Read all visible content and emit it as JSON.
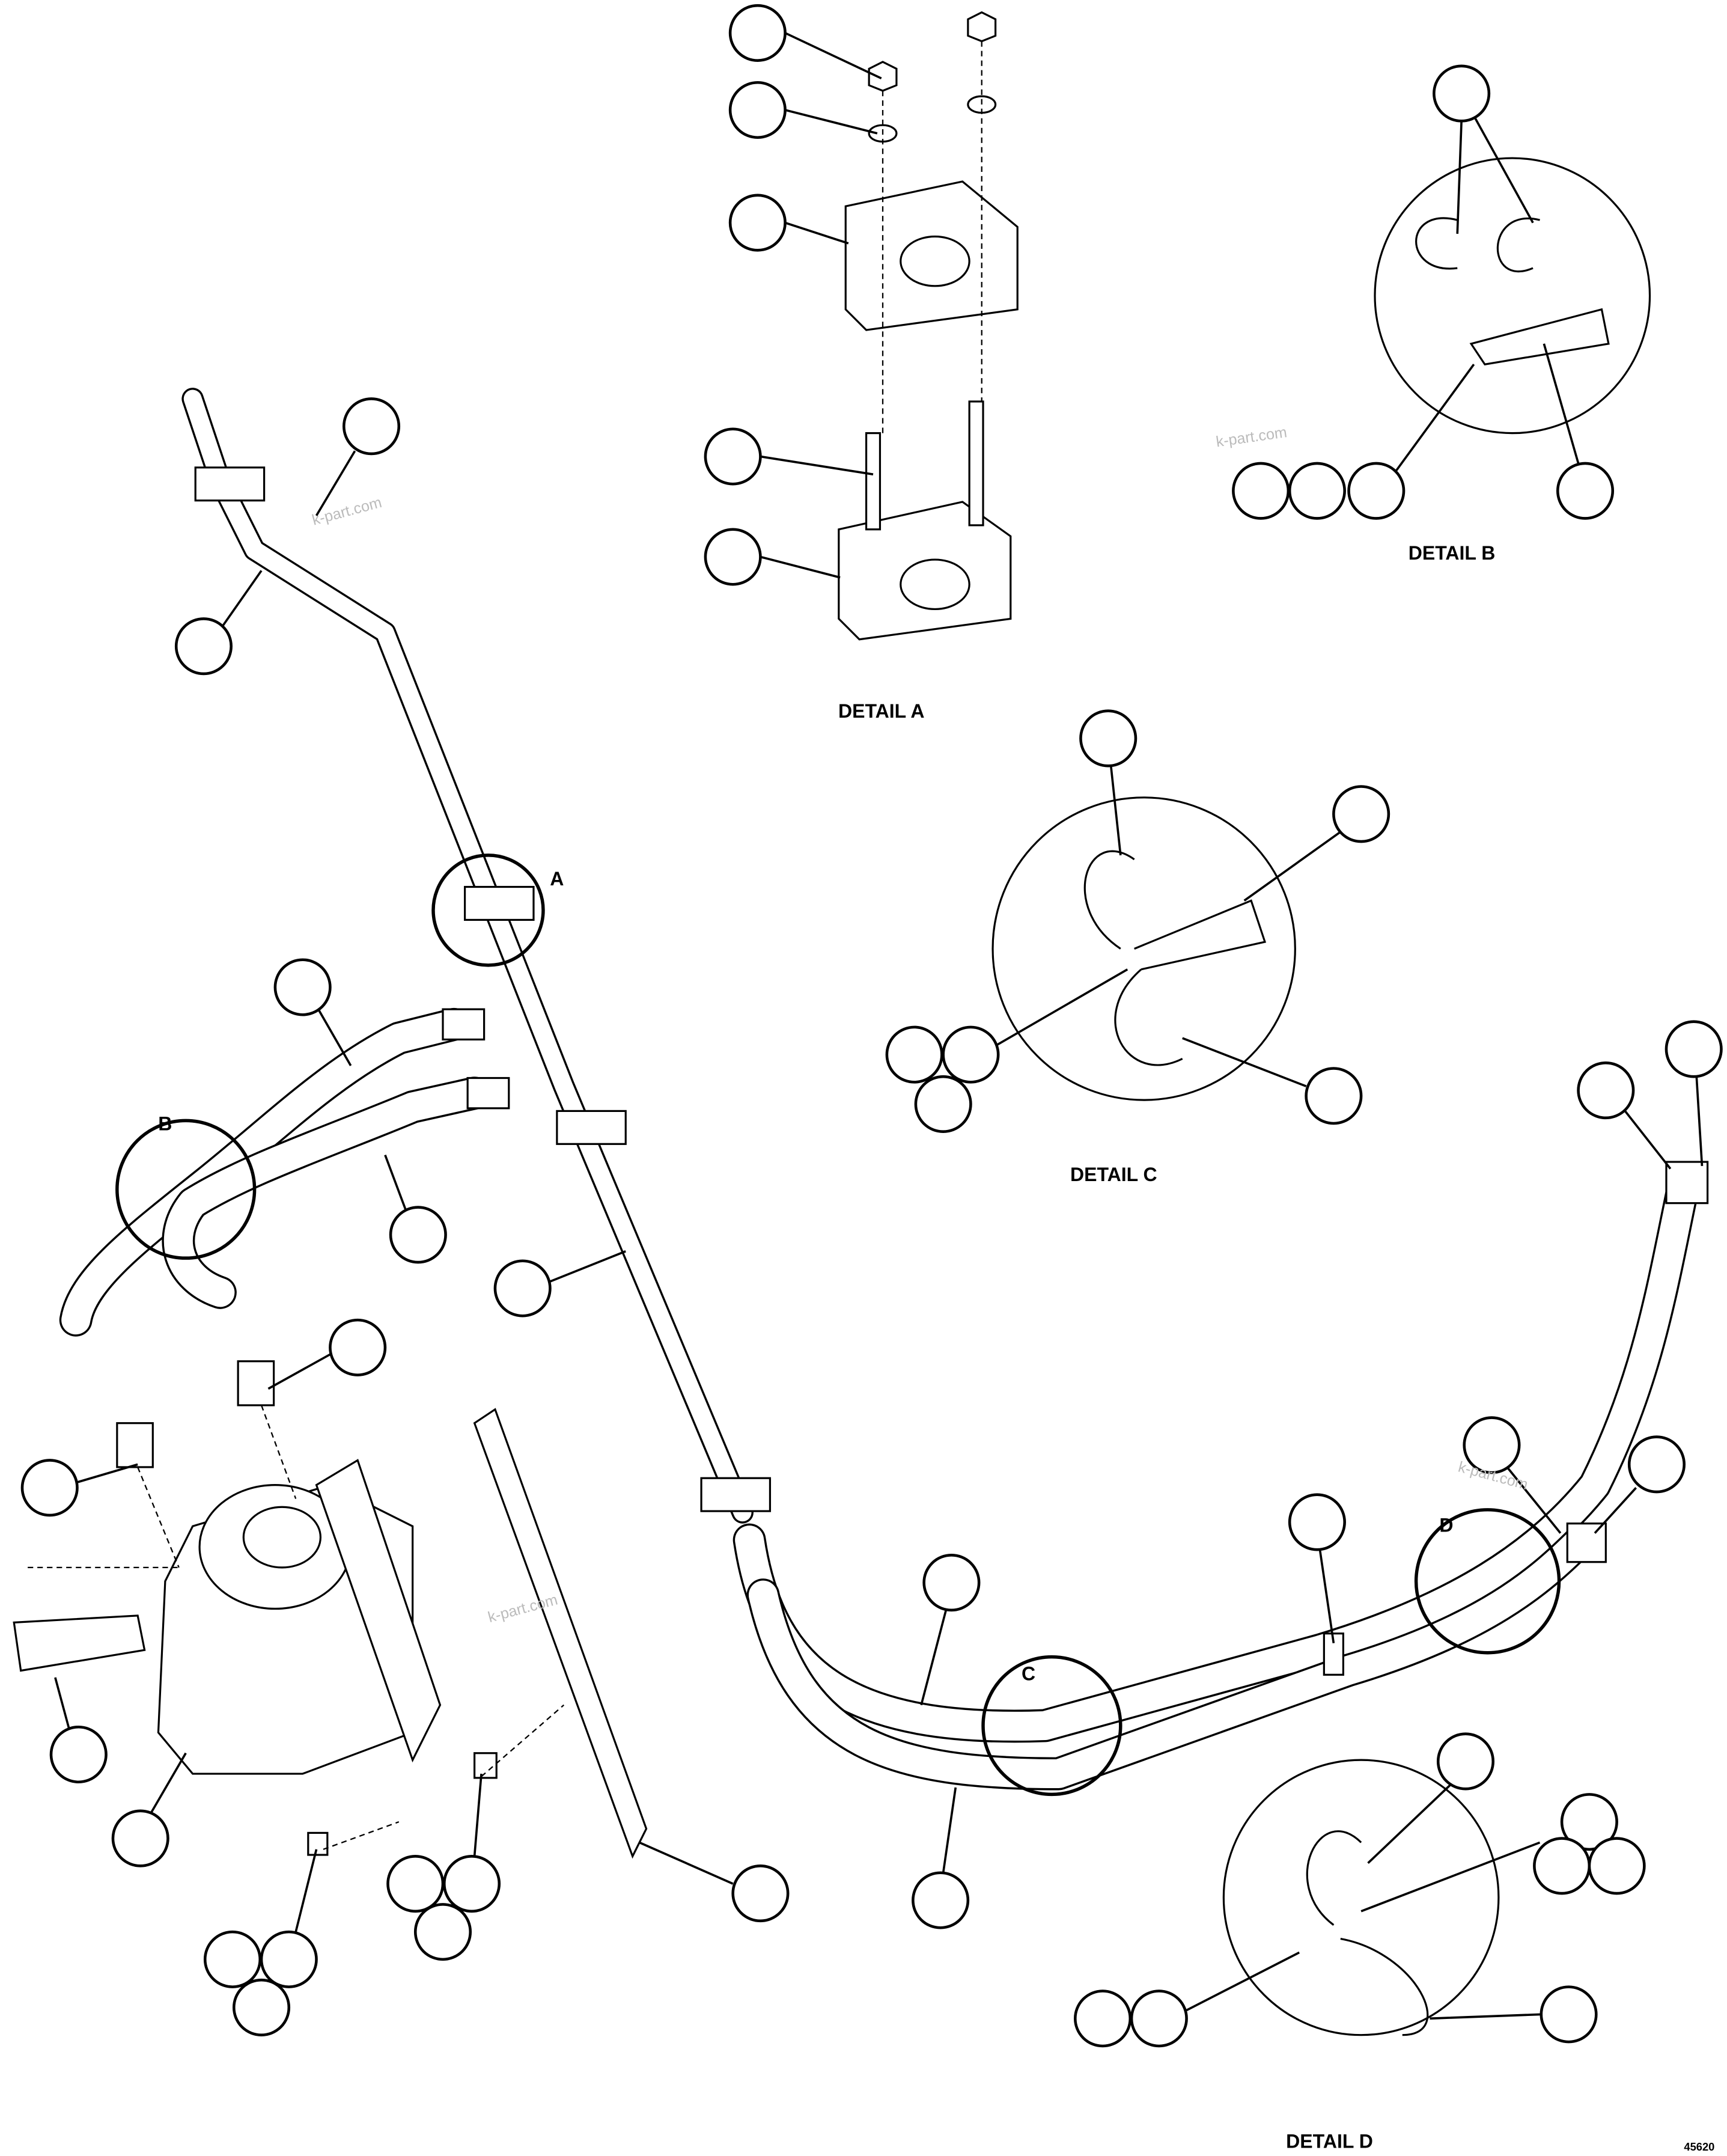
{
  "labels": {
    "detail_a": "DETAIL A",
    "detail_b": "DETAIL B",
    "detail_c": "DETAIL C",
    "detail_d": "DETAIL D",
    "marker_a": "A",
    "marker_b": "B",
    "marker_c": "C",
    "marker_d": "D",
    "drawing_number": "45620"
  },
  "watermark": "k-part.com",
  "colors": {
    "line": "#000000",
    "background": "#ffffff",
    "watermark": "#bbbbbb"
  }
}
